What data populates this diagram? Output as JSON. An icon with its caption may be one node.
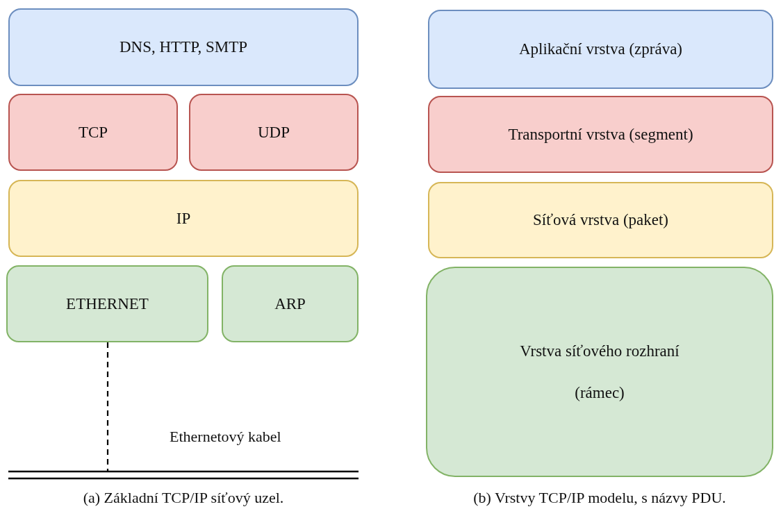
{
  "diagram": {
    "nodes": [
      {
        "text": [
          "DNS, HTTP, SMTP"
        ]
      },
      {
        "text": [
          "TCP"
        ]
      },
      {
        "text": [
          "UDP"
        ]
      },
      {
        "text": [
          "IP"
        ]
      },
      {
        "text": [
          "ETHERNET"
        ]
      },
      {
        "text": [
          "ARP"
        ]
      },
      {
        "text": [],
        "shape": "bar",
        "beside": [
          "Ethernetový kabel"
        ]
      },
      {
        "text": [
          "Aplikační vrstva (zpráva)"
        ]
      },
      {
        "text": [
          "Transportní vrstva (segment)"
        ]
      },
      {
        "text": [
          "Síťová vrstva (paket)"
        ]
      },
      {
        "text": [
          "Vrstva síťového rozhraní (rámec)"
        ]
      }
    ],
    "edges": [
      {
        "from": 4,
        "to": 6,
        "arrow": "none",
        "style": "dashed"
      }
    ],
    "labels": [
      "(a) Základní TCP/IP síťový uzel.",
      "(b) Vrstvy TCP/IP modelu, s názvy PDU."
    ]
  }
}
